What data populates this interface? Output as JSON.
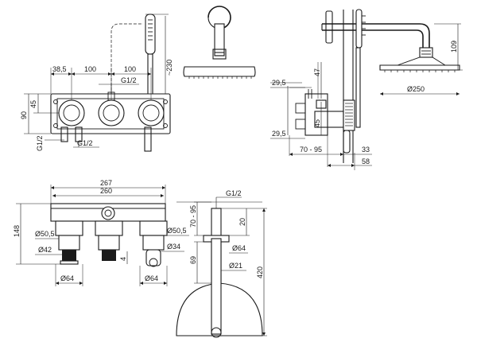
{
  "top_left": {
    "dims": {
      "w1": "38,5",
      "w2": "100",
      "w3": "100",
      "thread_top": "G1/2",
      "h45": "45",
      "h90": "90",
      "thread_left": "G1/2",
      "thread_bottom": "G1/2",
      "hose": "~230"
    }
  },
  "top_right": {
    "dims": {
      "d29a": "29,5",
      "d47": "47",
      "d45": "45",
      "d29b": "29,5",
      "d7095": "70 - 95",
      "d33": "33",
      "d58": "58",
      "d109": "109",
      "d250": "Ø250"
    }
  },
  "bottom_left": {
    "dims": {
      "w267": "267",
      "w260": "260",
      "h148": "148",
      "d505a": "Ø50,5",
      "d505b": "Ø50,5",
      "d42": "Ø42",
      "d34": "Ø34",
      "d4": "4",
      "d64a": "Ø64",
      "d64b": "Ø64"
    }
  },
  "bottom_right": {
    "dims": {
      "thread": "G1/2",
      "d7095": "70 - 95",
      "d20": "20",
      "d64": "Ø64",
      "d69": "69",
      "d21": "Ø21",
      "d420": "420"
    }
  }
}
